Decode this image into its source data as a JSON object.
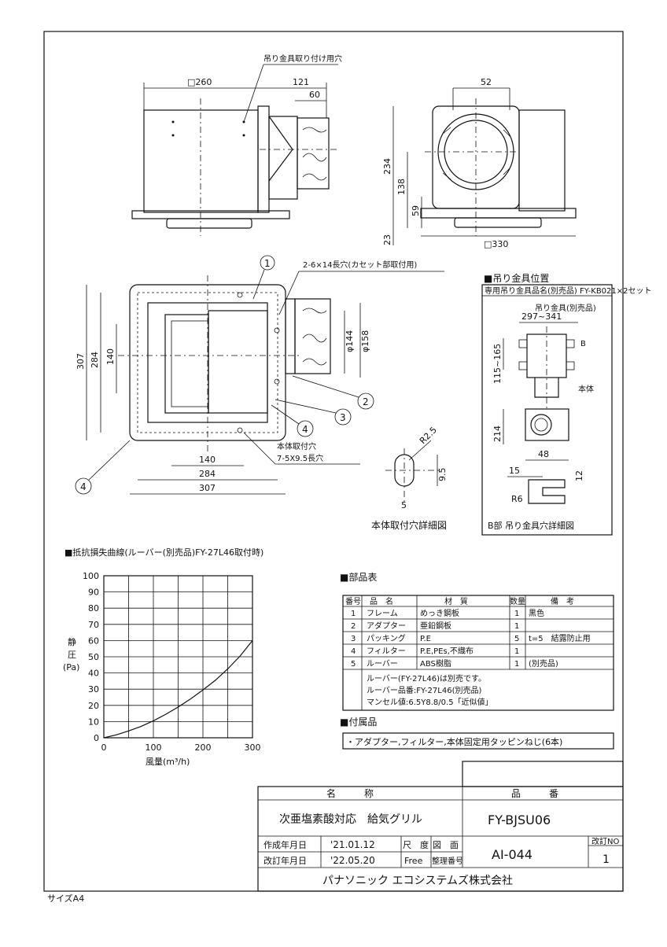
{
  "drawing": {
    "hanger_hole_label": "吊り金具取り付け用穴",
    "slot_label": "2-6×14長穴(カセット部取付用)",
    "mount_hole_label_1": "本体取付穴",
    "mount_hole_label_2": "7-5X9.5長穴",
    "mount_detail_title": "本体取付穴詳細図",
    "dims": {
      "top_w": "□260",
      "top_d1": "121",
      "top_d2": "60",
      "side_52": "52",
      "side_234": "234",
      "side_138": "138",
      "side_59": "59",
      "side_23": "23",
      "side_330": "□330",
      "plan_307v": "307",
      "plan_284v": "284",
      "plan_140v": "140",
      "plan_144": "φ144",
      "plan_158": "φ158",
      "plan_140h": "140",
      "plan_284h": "284",
      "plan_307h": "307",
      "det_r25": "R2.5",
      "det_95": "9.5",
      "det_5": "5"
    },
    "callouts": [
      "1",
      "2",
      "3",
      "4",
      "4"
    ]
  },
  "hanger": {
    "title": "■吊り金具位置",
    "header": "専用吊り金具品名(別売品) FY-KB021×2セット",
    "part_label": "吊り金具(別売品)",
    "dim_range": "297~341",
    "dim_vert": "115~165",
    "b_label": "B",
    "body_label": "本体",
    "dim_214": "214",
    "dim_48": "48",
    "dim_15": "15",
    "dim_12": "12",
    "dim_r6": "R6",
    "footer": "B部 吊り金具穴詳細図"
  },
  "chart_data": {
    "type": "line",
    "title": "■抵抗損失曲線(ルーバー(別売品)FY-27L46取付時)",
    "xlabel": "風量(m³/h)",
    "ylabel": "静圧(Pa)",
    "ylabel_chars": [
      "静",
      "圧",
      "(Pa)"
    ],
    "xlim": [
      0,
      300
    ],
    "ylim": [
      0,
      100
    ],
    "xticks": [
      0,
      100,
      200,
      300
    ],
    "yticks": [
      0,
      10,
      20,
      30,
      40,
      50,
      60,
      70,
      80,
      90,
      100
    ],
    "grid": true,
    "x": [
      0,
      25,
      50,
      75,
      100,
      125,
      150,
      175,
      200,
      225,
      250,
      275,
      300
    ],
    "y": [
      0,
      1.8,
      4.2,
      7,
      10.5,
      14.5,
      19,
      24,
      29.5,
      35.5,
      42.5,
      50.5,
      60
    ]
  },
  "parts": {
    "title": "■部品表",
    "headers": [
      "番号",
      "品　名",
      "材　質",
      "数量",
      "備　考"
    ],
    "rows": [
      [
        "1",
        "フレーム",
        "めっき鋼板",
        "1",
        "黒色"
      ],
      [
        "2",
        "アダプター",
        "亜鉛鋼板",
        "1",
        ""
      ],
      [
        "3",
        "パッキング",
        "P.E",
        "5",
        "t=5　結露防止用"
      ],
      [
        "4",
        "フィルター",
        "P.E,PEs,不織布",
        "1",
        ""
      ],
      [
        "5",
        "ルーバー",
        "ABS樹脂",
        "1",
        "(別売品)"
      ]
    ],
    "notes": [
      "ルーバー(FY-27L46)は別売です。",
      "ルーバー品番:FY-27L46(別売品)",
      "マンセル値:6.5Y8.8/0.5「近似値」"
    ]
  },
  "accessories": {
    "title": "■付属品",
    "text": "・アダプター,フィルター,本体固定用タッピンねじ(6本)"
  },
  "titleblock": {
    "name_header": "名　　　称",
    "part_header": "品　　　番",
    "name": "次亜塩素酸対応　給気グリル",
    "part_no": "FY-BJSU06",
    "created_label": "作成年月日",
    "created": "'21.01.12",
    "revised_label": "改訂年月日",
    "revised": "'22.05.20",
    "scale_label": "尺　度",
    "scale": "Free",
    "drawing_label": "図　面",
    "ref_label": "整理番号",
    "drawing_no": "AI-044",
    "rev_label": "改訂NO",
    "rev": "1",
    "company": "パナソニック エコシステムズ株式会社"
  },
  "size_label": "サイズA4"
}
